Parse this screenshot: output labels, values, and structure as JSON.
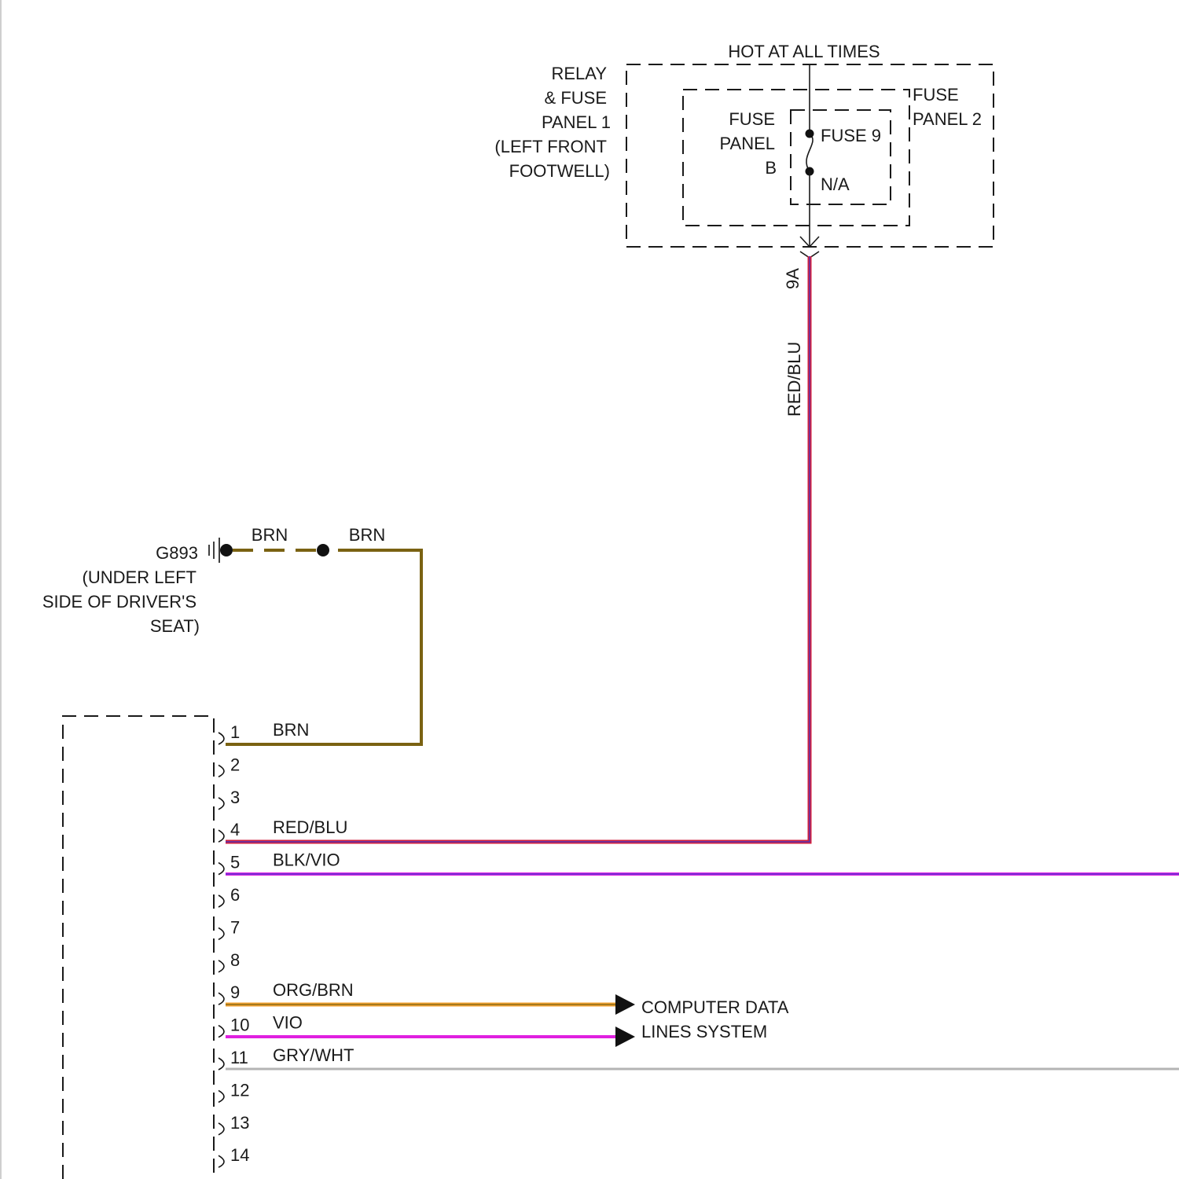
{
  "power": {
    "hot_label": "HOT AT ALL TIMES",
    "relay_fuse_panel_1": [
      "RELAY",
      "& FUSE",
      "PANEL 1",
      "(LEFT FRONT",
      "FOOTWELL)"
    ],
    "fuse_panel_b": [
      "FUSE",
      "PANEL",
      "B"
    ],
    "fuse_panel_2": [
      "FUSE",
      "PANEL 2"
    ],
    "fuse_name": "FUSE 9",
    "fuse_rating": "N/A",
    "connector_id": "9A",
    "wire_label": "RED/BLU"
  },
  "ground": {
    "id": "G893",
    "location": [
      "(UNDER LEFT",
      "SIDE OF DRIVER'S",
      "SEAT)"
    ],
    "wire_label_left": "BRN",
    "wire_label_right": "BRN"
  },
  "connector": {
    "pins": [
      {
        "num": "1",
        "wire": "BRN"
      },
      {
        "num": "2",
        "wire": ""
      },
      {
        "num": "3",
        "wire": ""
      },
      {
        "num": "4",
        "wire": "RED/BLU"
      },
      {
        "num": "5",
        "wire": "BLK/VIO"
      },
      {
        "num": "6",
        "wire": ""
      },
      {
        "num": "7",
        "wire": ""
      },
      {
        "num": "8",
        "wire": ""
      },
      {
        "num": "9",
        "wire": "ORG/BRN"
      },
      {
        "num": "10",
        "wire": "VIO"
      },
      {
        "num": "11",
        "wire": "GRY/WHT"
      },
      {
        "num": "12",
        "wire": ""
      },
      {
        "num": "13",
        "wire": ""
      },
      {
        "num": "14",
        "wire": ""
      }
    ]
  },
  "destination": {
    "label": [
      "COMPUTER DATA",
      "LINES SYSTEM"
    ]
  },
  "colors": {
    "brn": "#7a6212",
    "red": "#d21f3c",
    "blu": "#3a3acf",
    "blk": "#222222",
    "vio": "#e020e0",
    "org": "#f0a030",
    "gry": "#b4b4b4",
    "wht": "#ffffff"
  }
}
